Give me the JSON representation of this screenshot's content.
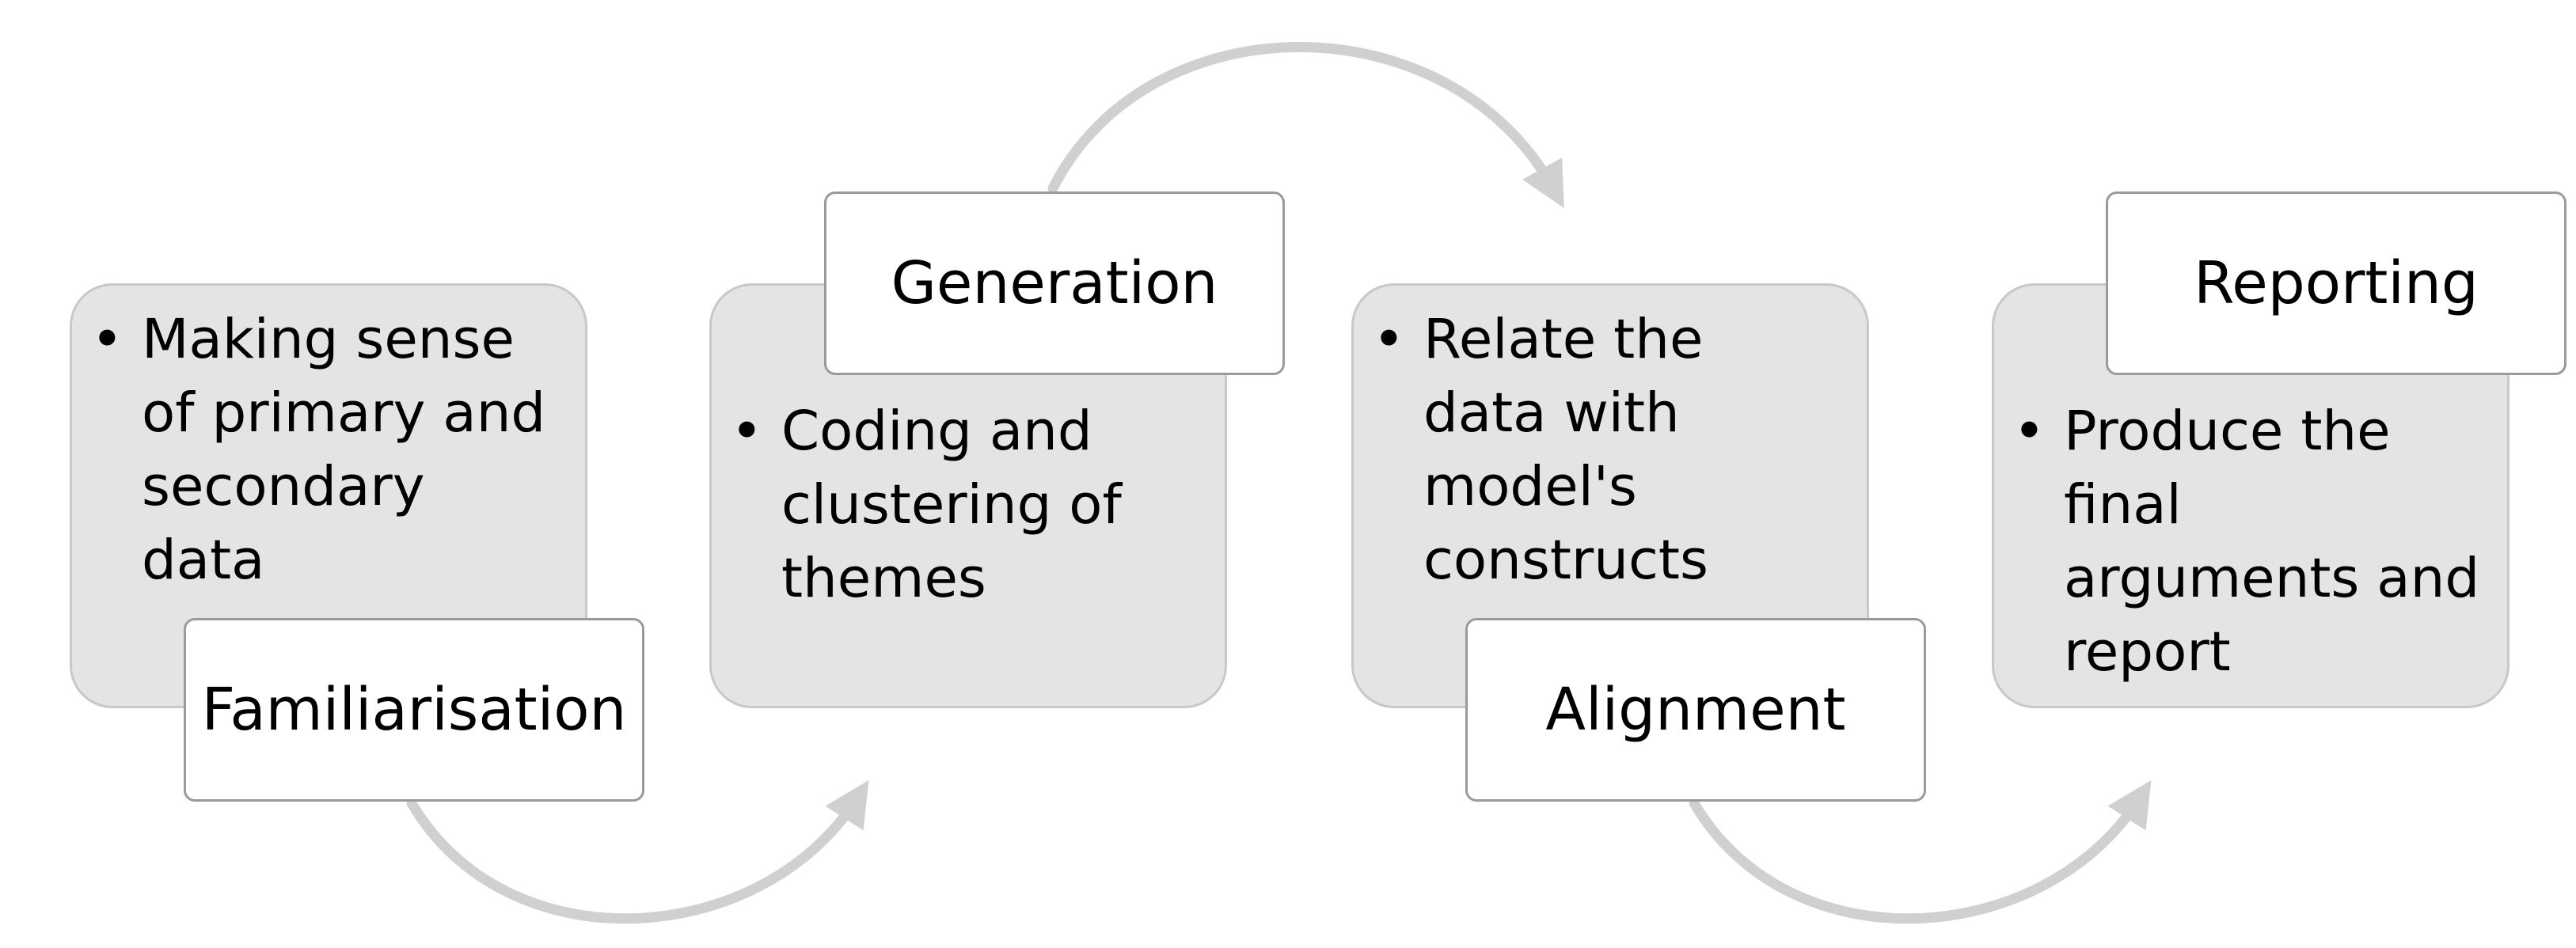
{
  "steps": [
    {
      "label": "Familiarisation",
      "bullets": [
        "Making sense of primary and secondary data"
      ]
    },
    {
      "label": "Generation",
      "bullets": [
        "Coding and clustering of themes"
      ]
    },
    {
      "label": "Alignment",
      "bullets": [
        "Relate the data with model's constructs"
      ]
    },
    {
      "label": "Reporting",
      "bullets": [
        "Produce the final arguments and report"
      ]
    }
  ],
  "colors": {
    "box_fill": "#e4e4e4",
    "box_border": "#c8c8c8",
    "label_fill": "#ffffff",
    "label_border": "#9a9a9a",
    "arrow": "#d0d0d0"
  }
}
